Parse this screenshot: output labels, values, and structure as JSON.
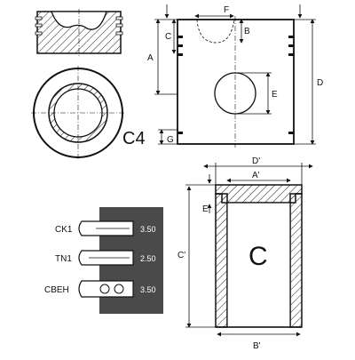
{
  "piston_label": "C4",
  "piston_dims": {
    "a": "A",
    "b": "B",
    "c": "C",
    "d": "D",
    "e": "E",
    "f": "F",
    "g": "G"
  },
  "liner_label": "C",
  "liner_dims": {
    "a": "A'",
    "b": "B'",
    "c": "C'",
    "d": "D'",
    "e": "E'"
  },
  "rings": [
    {
      "name": "CK1",
      "value": "3.50"
    },
    {
      "name": "TN1",
      "value": "2.50"
    },
    {
      "name": "CBEH",
      "value": "3.50"
    }
  ]
}
